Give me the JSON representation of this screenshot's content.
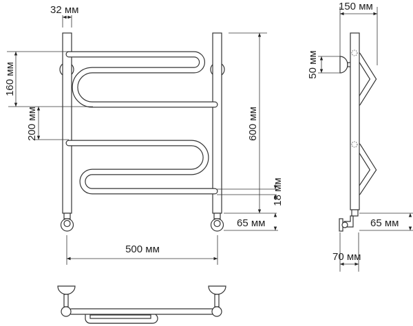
{
  "dimensions": {
    "post_width": "32 мм",
    "top_bar_spacing": "160 мм",
    "bar_group_gap": "200 мм",
    "height": "600 мм",
    "bottom_bar_offset": "18 мм",
    "valve_height_front": "65 мм",
    "width": "500 мм",
    "depth": "150 мм",
    "bracket_size": "50 мм",
    "valve_height_side": "65 мм",
    "valve_depth": "70 мм"
  }
}
